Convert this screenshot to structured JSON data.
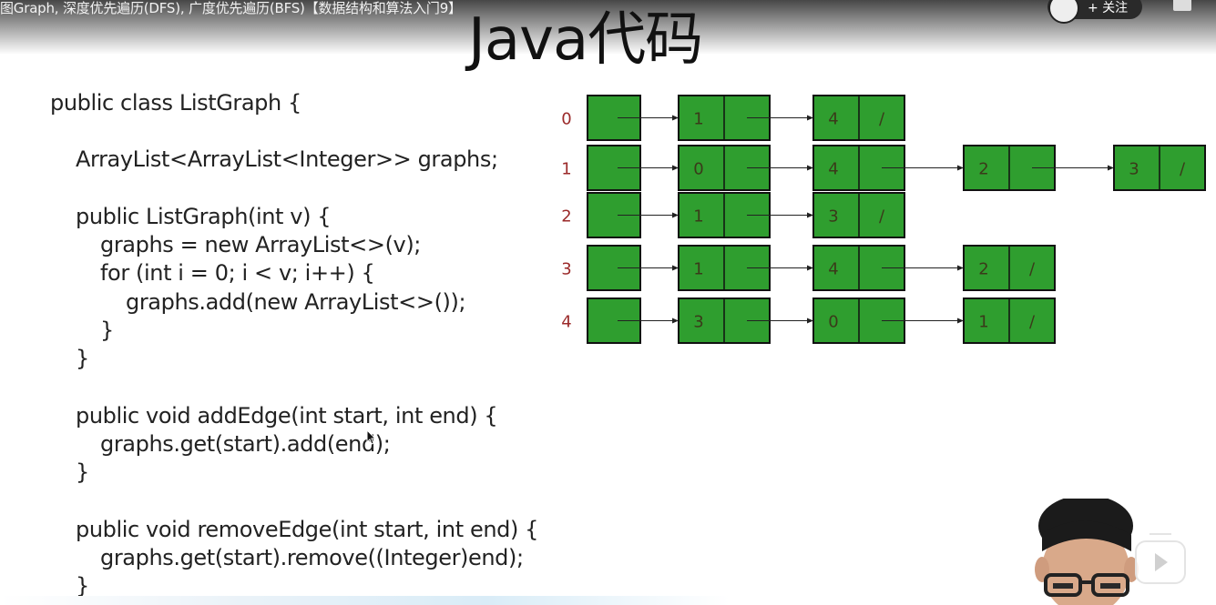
{
  "video": {
    "title": "图Graph, 深度优先遍历(DFS), 广度优先遍历(BFS)【数据结构和算法入门9】",
    "follow_label": "+ 关注"
  },
  "slide": {
    "title": "Java代码",
    "code_lines": [
      "public class ListGraph {",
      "ArrayList<ArrayList<Integer>> graphs;",
      "public ListGraph(int v) {",
      "graphs = new ArrayList<>(v);",
      "for (int i = 0; i < v; i++) {",
      "graphs.add(new ArrayList<>());",
      "}",
      "}",
      "public void addEdge(int start, int end) {",
      "graphs.get(start).add(end);",
      "}",
      "public void removeEdge(int start, int end) {",
      "graphs.get(start).remove((Integer)end);",
      "}"
    ]
  },
  "adjacency_list": {
    "rows": [
      {
        "label": "0",
        "nodes": [
          {
            "value": "1",
            "next": ""
          },
          {
            "value": "4",
            "next": "/"
          }
        ]
      },
      {
        "label": "1",
        "nodes": [
          {
            "value": "0",
            "next": ""
          },
          {
            "value": "4",
            "next": ""
          },
          {
            "value": "2",
            "next": ""
          },
          {
            "value": "3",
            "next": "/"
          }
        ]
      },
      {
        "label": "2",
        "nodes": [
          {
            "value": "1",
            "next": ""
          },
          {
            "value": "3",
            "next": "/"
          }
        ]
      },
      {
        "label": "3",
        "nodes": [
          {
            "value": "1",
            "next": ""
          },
          {
            "value": "4",
            "next": ""
          },
          {
            "value": "2",
            "next": "/"
          }
        ]
      },
      {
        "label": "4",
        "nodes": [
          {
            "value": "3",
            "next": ""
          },
          {
            "value": "0",
            "next": ""
          },
          {
            "value": "1",
            "next": "/"
          }
        ]
      }
    ],
    "colors": {
      "node_fill": "#2f9e2f",
      "node_border": "#111111",
      "row_label": "#9b2a2a",
      "node_text": "#3a3a1a"
    }
  },
  "icons": {
    "cursor": "mouse-pointer-icon",
    "play": "play-icon",
    "avatar": "uploader-avatar-icon"
  }
}
